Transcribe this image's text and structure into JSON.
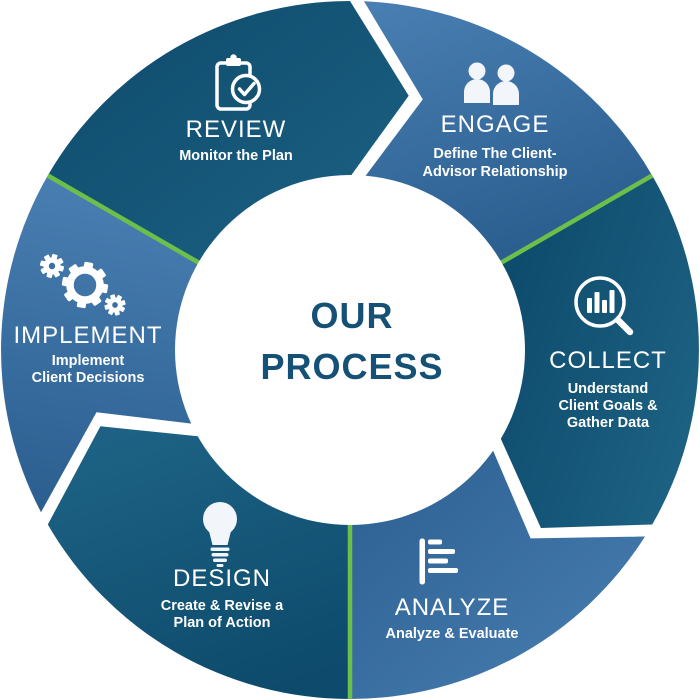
{
  "diagram_title": "Our Process",
  "center": {
    "line1": "OUR",
    "line2": "PROCESS"
  },
  "segments": [
    {
      "name": "review",
      "label": "REVIEW",
      "icon": "clipboard-check-icon",
      "desc_lines": [
        "Monitor the Plan"
      ]
    },
    {
      "name": "engage",
      "label": "ENGAGE",
      "icon": "two-people-icon",
      "desc_lines": [
        "Define The Client-",
        "Advisor Relationship"
      ]
    },
    {
      "name": "collect",
      "label": "COLLECT",
      "icon": "magnifier-bar-chart-icon",
      "desc_lines": [
        "Understand",
        "Client Goals &",
        "Gather Data"
      ]
    },
    {
      "name": "analyze",
      "label": "ANALYZE",
      "icon": "horizontal-bar-chart-icon",
      "desc_lines": [
        "Analyze & Evaluate"
      ]
    },
    {
      "name": "design",
      "label": "DESIGN",
      "icon": "lightbulb-icon",
      "desc_lines": [
        "Create & Revise a",
        "Plan of Action"
      ]
    },
    {
      "name": "implement",
      "label": "IMPLEMENT",
      "icon": "gears-icon",
      "desc_lines": [
        "Implement",
        "Client Decisions"
      ]
    }
  ],
  "colors": {
    "dark-a": "#0d4a6b",
    "dark-b": "#1d6284",
    "light-a": "#4a7fb3",
    "light-b": "#2b5f90",
    "divider-green": "#6cc04a",
    "center-text": "#155176",
    "icon-white": "#ffffff",
    "hole-dark": "#135170",
    "hole-light": "#3a70a4",
    "background": "#ffffff"
  }
}
